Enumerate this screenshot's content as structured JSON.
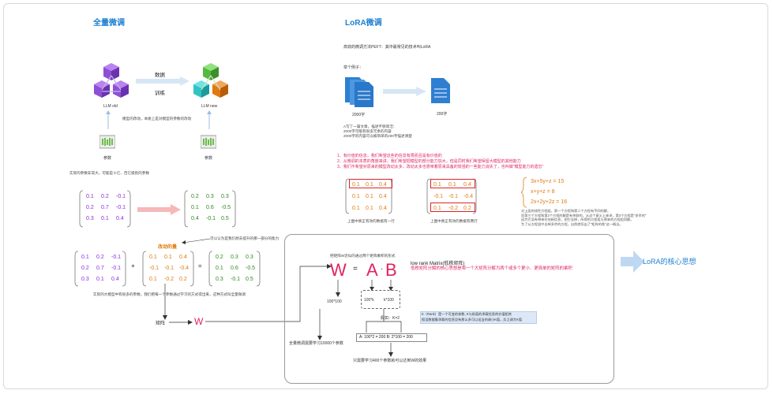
{
  "left": {
    "title": "全量微调",
    "arrow_top": "数据",
    "arrow_bottom": "训练",
    "llm_old": "LLM  old",
    "llm_new": "LLM  new",
    "param_change_note": "模型的改动，本质上是对模型的参数的改动",
    "params_left": "参数",
    "params_right": "参数",
    "params_note": "实际的参数非常大，可能是十亿、百亿级别的参数",
    "matrix_a": [
      [
        "0.1",
        "0.2",
        "-0.1"
      ],
      [
        "0.2",
        "0.7",
        "-0.1"
      ],
      [
        "0.3",
        "0.1",
        "0.4"
      ]
    ],
    "matrix_b": [
      [
        "0.2",
        "0.3",
        "0.3"
      ],
      [
        "0.1",
        "0.6",
        "-0.5"
      ],
      [
        "0.4",
        "-0.1",
        "0.5"
      ]
    ],
    "change_label": "改动的量",
    "change_note": "可以认为是我们想去提升的那一部分的能力",
    "eq_a": [
      [
        "0.1",
        "0.2",
        "-0.1"
      ],
      [
        "0.2",
        "0.7",
        "-0.1"
      ],
      [
        "0.3",
        "0.1",
        "0.4"
      ]
    ],
    "eq_delta": [
      [
        "0.1",
        "0.1",
        "0.4"
      ],
      [
        "-0.1",
        "-0.1",
        "-0.4"
      ],
      [
        "0.1",
        "-0.2",
        "0.2"
      ]
    ],
    "eq_result": [
      [
        "0.2",
        "0.3",
        "0.3"
      ],
      [
        "0.1",
        "0.6",
        "-0.5"
      ],
      [
        "0.3",
        "-0.1",
        "0.5"
      ]
    ],
    "plus": "+",
    "equals": "=",
    "bottom_note": "实际的大模型中有很多的参数，我们把每一个参数通过学习的方式得出来，这种方式叫全量微调",
    "matrix_label": "矩阵",
    "w_symbol": "W"
  },
  "right": {
    "title": "LoRA微调",
    "intro": "高效的微调方法PEFT：其中最常见的技术叫LoRA",
    "example_label": "举个例子：",
    "doc_big": "2000字",
    "doc_small": "200字",
    "doc_note_lines": [
      "A写了一篇文章，描述不够简洁：",
      "2000字可能有很多冗余的内容",
      "2000字的内容可以被简单的200字描述清楚"
    ],
    "red_points": [
      "1、有价值的信息，我们希望这些的信息有限而且是有价值的",
      "2、从微调的本质的角度来讲，我们希望把模型的部分能力加大，但是同时我们希望保留大模型的其他能力",
      "3、我们不希望对原来的模型改动太多，改动太多也意味着原来具备的较强的一些能力消失了，也叫做\"模型能力的遗忘\""
    ],
    "m1": [
      [
        "0.1",
        "0.1",
        "0.4"
      ],
      [
        "0.1",
        "0.1",
        "0.4"
      ],
      [
        "0.1",
        "0.1",
        "0.4"
      ]
    ],
    "m1_caption": "上图中真正有效的数据有一行",
    "m2": [
      [
        "0.1",
        "0.1",
        "0.4"
      ],
      [
        "-0.1",
        "-0.1",
        "-0.4"
      ],
      [
        "0.1",
        "-0.2",
        "0.2"
      ]
    ],
    "m2_caption": "上图中真正有效的数据有两行",
    "equations": [
      "3x+5y+z = 15",
      "x+y+z = 8",
      "2x+2y+2z = 16"
    ],
    "eq_note_lines": [
      "对上面的线性方程组，第一个方程和第二个方程有不同的解，",
      "而第三个方程和第2个方程的解是有关联的，从这个意义上来讲，第3个方程是\"多余的\"",
      "因为它没有带来任何新信息，把它去掉，所得的方程组与原来的方程组同解。",
      "为了从方程组中去掉多余的方程，自然就导出了\"矩阵的秩\"这一概念。"
    ],
    "core_idea": "LoRA的核心思想"
  },
  "lora_box": {
    "w_formula_note": "把矩阵W近似的通过两个矩阵乘积的形式",
    "W": "W",
    "eq": "=",
    "A": "A",
    "dot": "·",
    "B": "B",
    "heading": "low rank Matrix(低秩矩阵)",
    "red_desc": "低秩矩阵分解的核心思想是将一个大矩阵分解为两个或多个更小、更简单的矩阵的乘积",
    "dim_w": "100*100",
    "dim_a": "100*k",
    "dim_b": "k*100",
    "assume": "假如：K=2",
    "k_note_lines": [
      "K（Rank）是一个可变的参数, K与前面的承载信息的价值相关",
      "假设数据集承载的信息没有那么多可以适当的调小K值，反之调大K值"
    ],
    "ab_dims": "A: 100*2 = 200     B: 2*100 = 200",
    "full_note": "全量微调需要学习10000个参数",
    "lora_note": "只需要学习400个参数就可以达到W的效果"
  },
  "colors": {
    "title_blue": "#1E7FD1",
    "purple": "#8A2BE2",
    "green": "#2E8B22",
    "orange": "#E07A10",
    "red": "#E0245E",
    "box_red": "#D8262B",
    "arrow_pink": "#F4A6A6",
    "arrow_blue": "#BFD8F2"
  }
}
